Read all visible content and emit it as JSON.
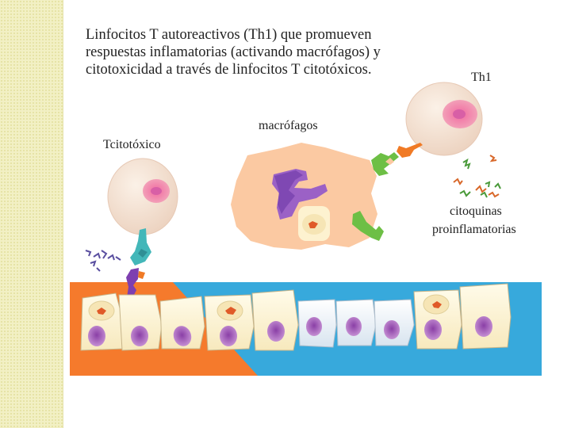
{
  "title_lines": [
    "Linfocitos T autoreactivos (Th1) que promueven",
    "respuestas inflamatorias (activando macrófagos) y",
    "citotoxicidad a través de linfocitos T citotóxicos."
  ],
  "labels": {
    "th1": "Th1",
    "macrophages": "macrófagos",
    "tcytotoxic": "Tcitotóxico",
    "cytokines_line1": "citoquinas",
    "cytokines_line2": "proinflamatorias"
  },
  "colors": {
    "cell_fill": "#f6e6d8",
    "macrophage": "#fbc9a2",
    "tissue_blue": "#37a9dc",
    "tissue_orange": "#f57a2c",
    "epithelial": "#fdf3d4",
    "nucleus_purple": "#b06fc0",
    "receptor_green": "#6dbf45",
    "receptor_teal": "#43b7b9",
    "tcr_orange": "#f07a25"
  }
}
